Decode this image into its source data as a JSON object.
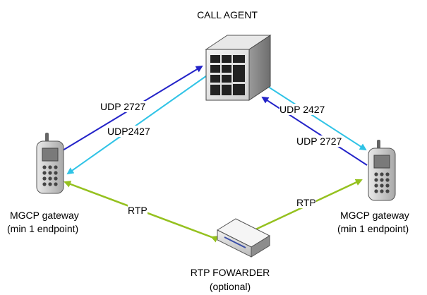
{
  "nodes": {
    "call_agent": {
      "label": "CALL AGENT",
      "icon": "server-tower-icon"
    },
    "gateway_left": {
      "label_line1": "MGCP gateway",
      "label_line2": "(min 1 endpoint)",
      "icon": "mobile-phone-icon"
    },
    "gateway_right": {
      "label_line1": "MGCP gateway",
      "label_line2": "(min 1 endpoint)",
      "icon": "mobile-phone-icon"
    },
    "rtp_forwarder": {
      "label_line1": "RTP FOWARDER",
      "label_line2": "(optional)",
      "icon": "network-box-icon"
    }
  },
  "links": {
    "left_udp_to_agent": "UDP 2727",
    "left_udp_from_agent": "UDP2427",
    "right_udp_from_agent": "UDP 2427",
    "right_udp_to_agent": "UDP 2727",
    "rtp_left": "RTP",
    "rtp_right": "RTP"
  },
  "colors": {
    "udp_dark": "#2323c8",
    "udp_light": "#2fc3e6",
    "rtp": "#95c11f"
  }
}
